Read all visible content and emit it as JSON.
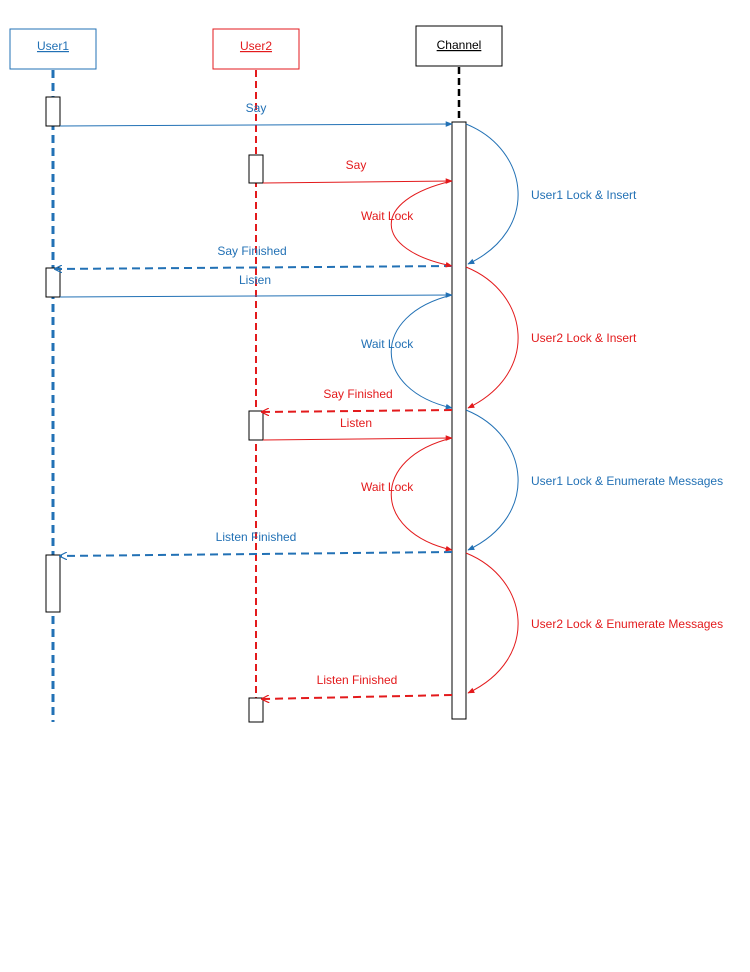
{
  "colors": {
    "user1": "#2271b5",
    "user2": "#e31a1c",
    "channel": "#000000"
  },
  "actors": {
    "user1": "User1",
    "user2": "User2",
    "channel": "Channel"
  },
  "messages": {
    "m1": "Say",
    "m2": "Say",
    "m3": "Say Finished",
    "m4": "Listen",
    "m5": "Say Finished",
    "m6": "Listen",
    "m7": "Listen Finished",
    "m8": "Listen Finished"
  },
  "annotations": {
    "a1": "User1 Lock & Insert",
    "a2": "User2 Lock & Insert",
    "a3": "User1 Lock & Enumerate Messages",
    "a4": "User2 Lock & Enumerate Messages",
    "w1": "Wait Lock",
    "w2": "Wait Lock",
    "w3": "Wait Lock"
  }
}
